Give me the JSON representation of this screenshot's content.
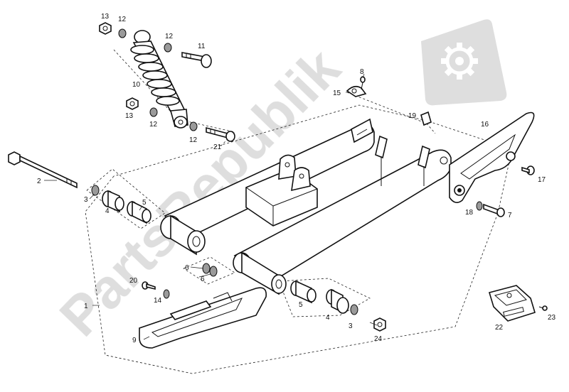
{
  "watermark": {
    "text": "PartsRepublik",
    "color": "#d8d8d8",
    "icon": "gear-icon"
  },
  "callouts": [
    {
      "id": "c1",
      "label": "1"
    },
    {
      "id": "c2",
      "label": "2"
    },
    {
      "id": "c3a",
      "label": "3"
    },
    {
      "id": "c3b",
      "label": "3"
    },
    {
      "id": "c4a",
      "label": "4"
    },
    {
      "id": "c4b",
      "label": "4"
    },
    {
      "id": "c5a",
      "label": "5"
    },
    {
      "id": "c5b",
      "label": "5"
    },
    {
      "id": "c6a",
      "label": "6"
    },
    {
      "id": "c6b",
      "label": "6"
    },
    {
      "id": "c7",
      "label": "7"
    },
    {
      "id": "c8",
      "label": "8"
    },
    {
      "id": "c9",
      "label": "9"
    },
    {
      "id": "c10",
      "label": "10"
    },
    {
      "id": "c11",
      "label": "11"
    },
    {
      "id": "c12a",
      "label": "12"
    },
    {
      "id": "c12b",
      "label": "12"
    },
    {
      "id": "c12c",
      "label": "12"
    },
    {
      "id": "c12d",
      "label": "12"
    },
    {
      "id": "c13a",
      "label": "13"
    },
    {
      "id": "c13b",
      "label": "13"
    },
    {
      "id": "c14",
      "label": "14"
    },
    {
      "id": "c15",
      "label": "15"
    },
    {
      "id": "c16",
      "label": "16"
    },
    {
      "id": "c17",
      "label": "17"
    },
    {
      "id": "c18",
      "label": "18"
    },
    {
      "id": "c19",
      "label": "19"
    },
    {
      "id": "c20",
      "label": "20"
    },
    {
      "id": "c21",
      "label": "21"
    },
    {
      "id": "c22",
      "label": "22"
    },
    {
      "id": "c23",
      "label": "23"
    },
    {
      "id": "c24",
      "label": "24"
    }
  ]
}
